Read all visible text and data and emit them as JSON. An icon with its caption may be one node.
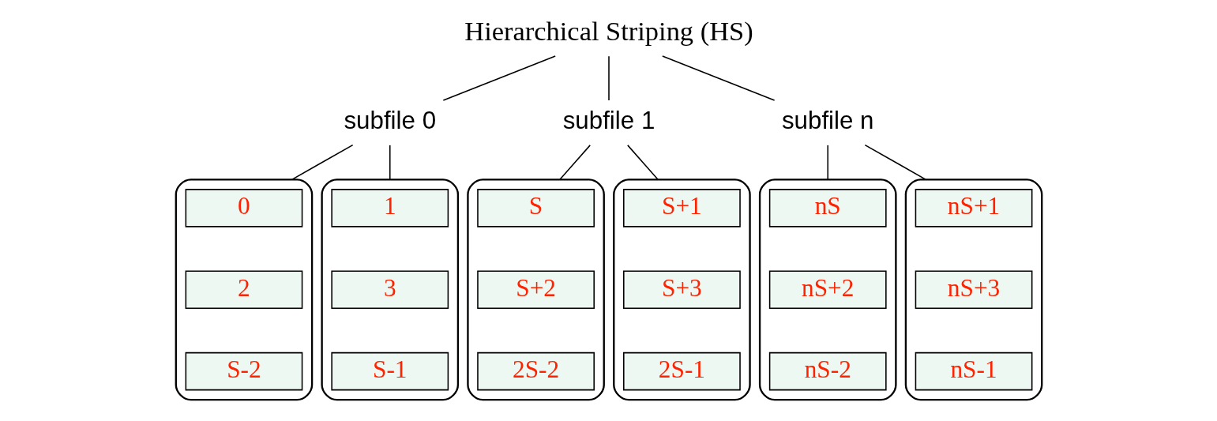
{
  "diagram": {
    "nodes": [
      {
        "text": [
          "Hierarchical Striping (HS)"
        ]
      },
      {
        "text": [
          "subfile 0"
        ]
      },
      {
        "text": [
          "subfile 1"
        ]
      },
      {
        "text": [
          "subfile n"
        ]
      },
      {
        "text": [],
        "shape": "cylinder"
      },
      {
        "text": [
          "0"
        ],
        "in": 4
      },
      {
        "text": [
          "2"
        ],
        "in": 4
      },
      {
        "text": [
          "S-2"
        ],
        "in": 4
      },
      {
        "text": [],
        "shape": "cylinder"
      },
      {
        "text": [
          "1"
        ],
        "in": 8
      },
      {
        "text": [
          "3"
        ],
        "in": 8
      },
      {
        "text": [
          "S-1"
        ],
        "in": 8
      },
      {
        "text": [],
        "shape": "cylinder"
      },
      {
        "text": [
          "S"
        ],
        "in": 12
      },
      {
        "text": [
          "S+2"
        ],
        "in": 12
      },
      {
        "text": [
          "2S-2"
        ],
        "in": 12
      },
      {
        "text": [],
        "shape": "cylinder"
      },
      {
        "text": [
          "S+1"
        ],
        "in": 16
      },
      {
        "text": [
          "S+3"
        ],
        "in": 16
      },
      {
        "text": [
          "2S-1"
        ],
        "in": 16
      },
      {
        "text": [],
        "shape": "cylinder"
      },
      {
        "text": [
          "nS"
        ],
        "in": 20
      },
      {
        "text": [
          "nS+2"
        ],
        "in": 20
      },
      {
        "text": [
          "nS-2"
        ],
        "in": 20
      },
      {
        "text": [],
        "shape": "cylinder"
      },
      {
        "text": [
          "nS+1"
        ],
        "in": 24
      },
      {
        "text": [
          "nS+3"
        ],
        "in": 24
      },
      {
        "text": [
          "nS-1"
        ],
        "in": 24
      }
    ],
    "edges": [
      {
        "from": 0,
        "to": 1,
        "arrow": "none"
      },
      {
        "from": 0,
        "to": 2,
        "arrow": "none"
      },
      {
        "from": 0,
        "to": 3,
        "arrow": "none"
      },
      {
        "from": 1,
        "to": 4,
        "arrow": "none"
      },
      {
        "from": 1,
        "to": 8,
        "arrow": "none"
      },
      {
        "from": 2,
        "to": 12,
        "arrow": "none"
      },
      {
        "from": 2,
        "to": 16,
        "arrow": "none"
      },
      {
        "from": 3,
        "to": 20,
        "arrow": "none"
      },
      {
        "from": 3,
        "to": 24,
        "arrow": "none"
      }
    ]
  }
}
